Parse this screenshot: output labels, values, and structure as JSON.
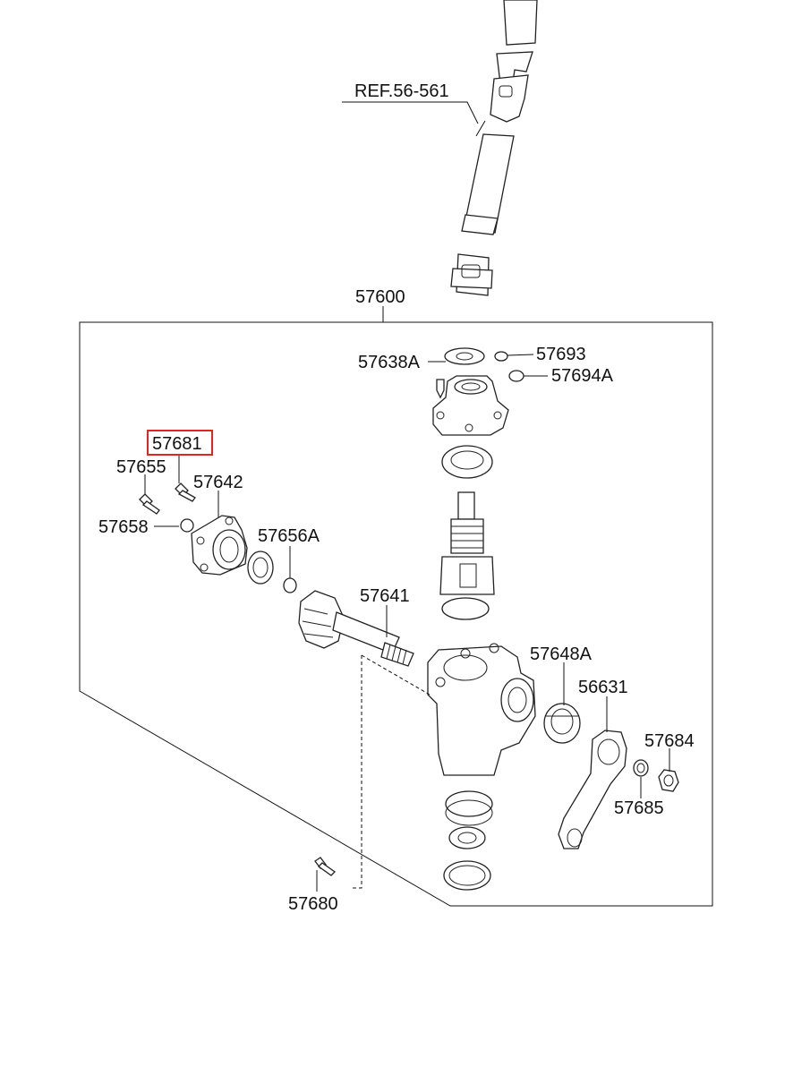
{
  "labels": {
    "ref": "REF.56-561",
    "assembly": "57600",
    "p57638a": "57638A",
    "p57693": "57693",
    "p57694a": "57694A",
    "p57681": "57681",
    "p57655": "57655",
    "p57642": "57642",
    "p57658": "57658",
    "p57656a": "57656A",
    "p57641": "57641",
    "p57648a": "57648A",
    "p56631": "56631",
    "p57684": "57684",
    "p57685": "57685",
    "p57680": "57680"
  },
  "highlight": {
    "part": "57681",
    "color": "#e0261f"
  }
}
